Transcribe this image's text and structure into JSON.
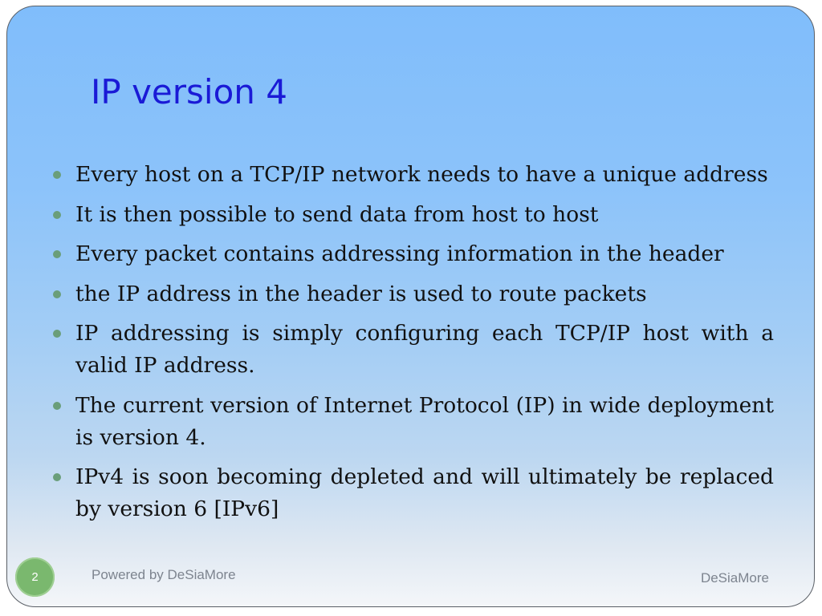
{
  "slide": {
    "title": "IP version 4",
    "bullets": [
      "Every host on a TCP/IP network needs to have a unique address",
      "It is then possible to send data from host to host",
      "Every packet contains addressing information in the header",
      "the IP address in the header is used to route packets",
      "IP addressing is simply configuring each TCP/IP host with a valid IP address.",
      "The current version of Internet Protocol (IP) in wide deployment is version 4.",
      "IPv4 is soon becoming depleted and will ultimately be replaced by version 6 [IPv6]"
    ],
    "page_number": "2",
    "footer_left": "Powered by DeSiaMore",
    "footer_right": "DeSiaMore"
  },
  "colors": {
    "title": "#1a1ad6",
    "body_text": "#111111",
    "bullet_marker": "#6a9e7a",
    "page_badge": "#7ab86e",
    "footer_text": "#7d848f",
    "background_top": "#80bdfb",
    "background_bottom": "#f4f6f9"
  }
}
